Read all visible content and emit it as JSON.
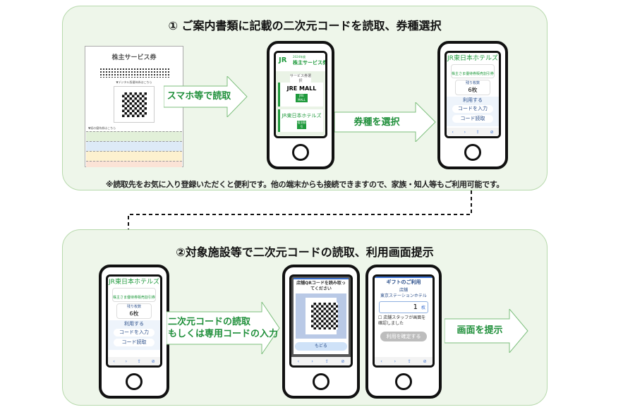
{
  "step1": {
    "title": "① ご案内書類に記載の二次元コードを読取、券種選択",
    "document": {
      "title": "株主サービス券",
      "qr_label": "▼デジタル版優待券はこちら",
      "paper_label": "▼紙の優待券はこちら"
    },
    "arrow_scan": "スマホ等で読取",
    "phone_select": {
      "year": "2024年度",
      "title": "株主サービス券",
      "section": "サービス券選択",
      "card1_title": "JRE MALL",
      "card1_button": "JRE MALL",
      "card2_title": "JR東日本ホテルズ",
      "card2_button": "宿泊割引"
    },
    "arrow_select": "券種を選択",
    "note": "※読取先をお気に入り登録いただくと便利です。他の端末からも接続できますので、家族・知人等もご利用可能です。"
  },
  "ticket_screen": {
    "brand": "JR東日本ホテルズ",
    "coupon": "株主さま優待券販売割引券",
    "remaining_label": "残り枚数",
    "remaining": "6枚",
    "use_label": "利用する",
    "enter_code": "コードを入力",
    "scan_code": "コード読取"
  },
  "step2": {
    "title": "②対象施設等で二次元コードの読取、利用画面提示",
    "arrow_read": [
      "二次元コードの読取",
      "もしくは専用コードの入力"
    ],
    "scan_screen": {
      "title": "店舗QRコードを読み取ってください",
      "back": "もどる"
    },
    "use_screen": {
      "title": "ギフトのご利用",
      "facility_label": "店舗",
      "facility": "東京ステーションホテル",
      "quantity": "1",
      "quantity_unit": "枚",
      "confirm_check": "店舗スタッフが画面を確認しました",
      "confirm_button": "利用を確定する"
    },
    "arrow_show": "画面を提示"
  }
}
